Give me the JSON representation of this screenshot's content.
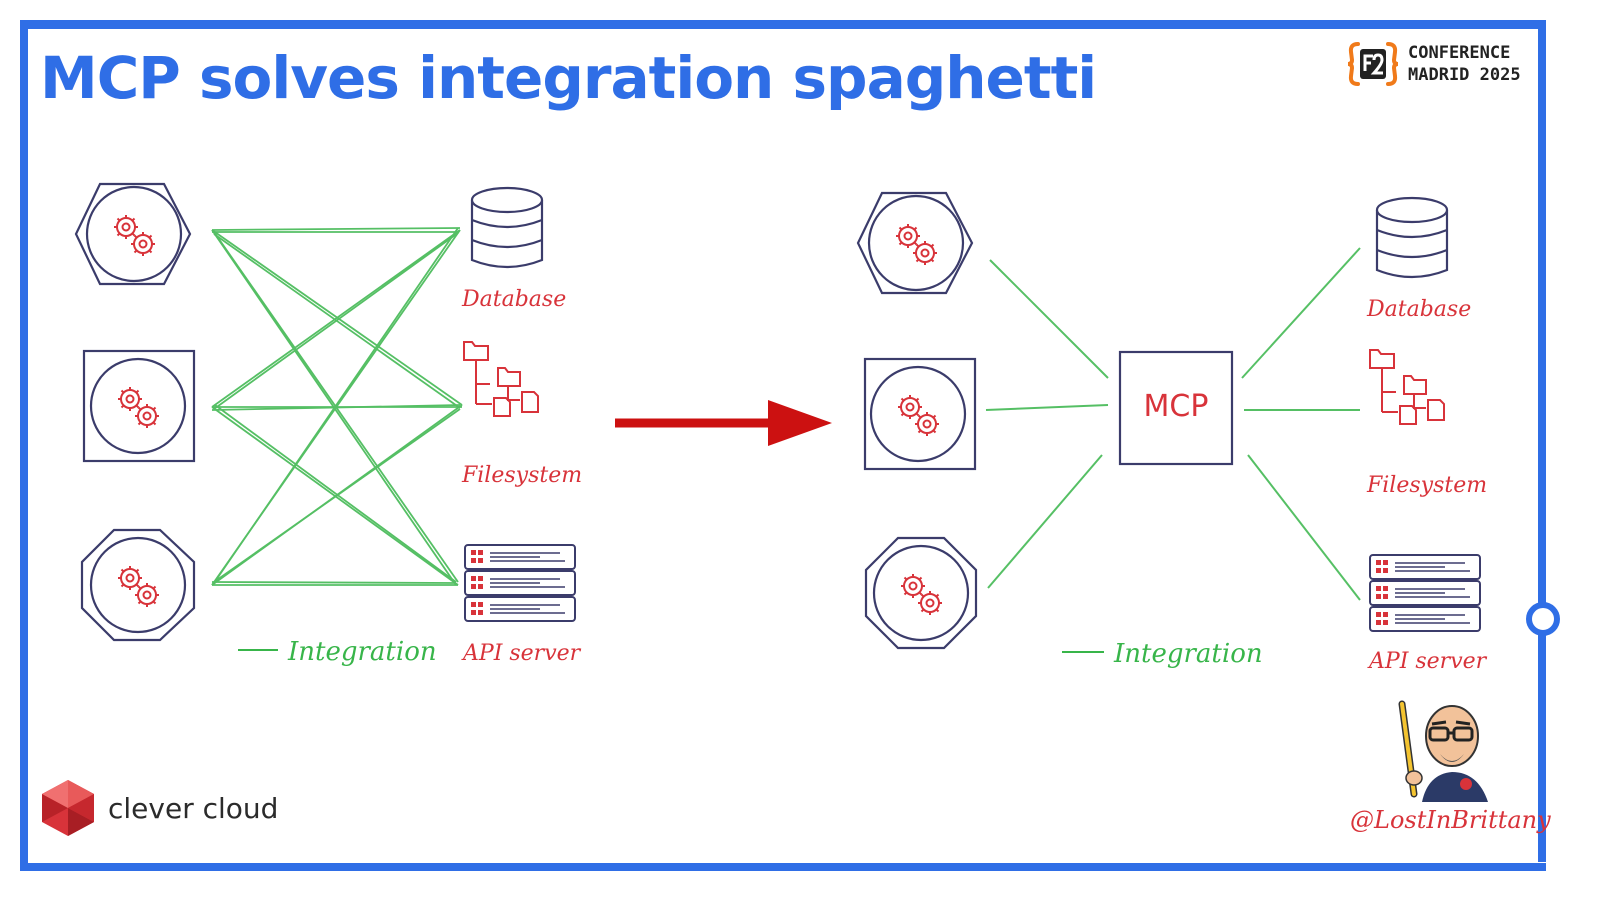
{
  "slide": {
    "title": "MCP solves integration spaghetti",
    "accent_color": "#2f6ee6",
    "line_color": "#38b54a",
    "label_color": "#d8333a",
    "node_stroke_color": "#3b3c6b"
  },
  "conference": {
    "line1": "CONFERENCE",
    "line2": "MADRID 2025",
    "logo_icon": "curly-brace-f2-logo-icon"
  },
  "left_diagram": {
    "resources": {
      "database": "Database",
      "filesystem": "Filesystem",
      "api_server": "API server"
    },
    "legend": "Integration"
  },
  "right_diagram": {
    "hub": "MCP",
    "resources": {
      "database": "Database",
      "filesystem": "Filesystem",
      "api_server": "API server"
    },
    "legend": "Integration"
  },
  "footer": {
    "brand": "clever cloud",
    "handle": "@LostInBrittany"
  }
}
